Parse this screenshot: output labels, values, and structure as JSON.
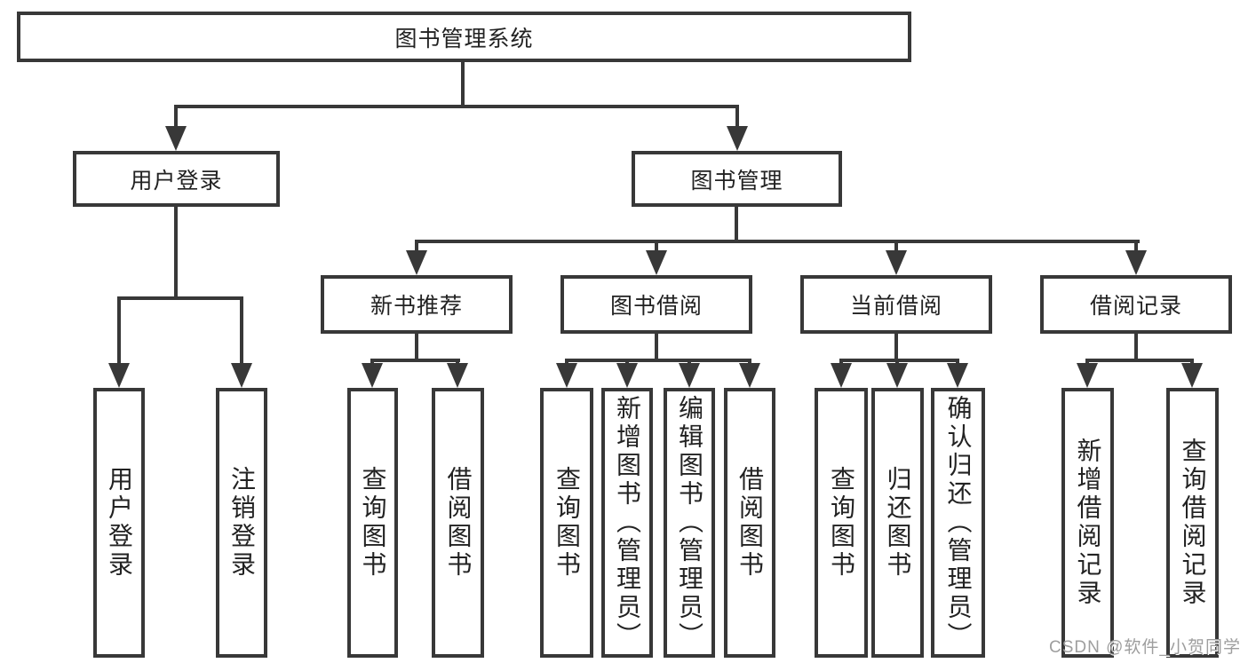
{
  "diagram_title": "图书管理系统",
  "watermark": "CSDN @软件_小贺同学",
  "colors": {
    "line": "#383838",
    "box_fill": "#ffffff",
    "text": "#222222",
    "watermark": "#9e9e9e",
    "background": "#ffffff"
  },
  "tree": {
    "root": {
      "label": "图书管理系统"
    },
    "level2": [
      {
        "label": "用户登录"
      },
      {
        "label": "图书管理"
      }
    ],
    "level3": [
      {
        "label": "新书推荐",
        "parent": "图书管理"
      },
      {
        "label": "图书借阅",
        "parent": "图书管理"
      },
      {
        "label": "当前借阅",
        "parent": "图书管理"
      },
      {
        "label": "借阅记录",
        "parent": "图书管理"
      }
    ],
    "leaves": [
      {
        "label": "用户登录",
        "parent": "用户登录"
      },
      {
        "label": "注销登录",
        "parent": "用户登录"
      },
      {
        "label": "查询图书",
        "parent": "新书推荐"
      },
      {
        "label": "借阅图书",
        "parent": "新书推荐"
      },
      {
        "label": "查询图书",
        "parent": "图书借阅"
      },
      {
        "label": "新增图书（管理员）",
        "parent": "图书借阅"
      },
      {
        "label": "编辑图书（管理员）",
        "parent": "图书借阅"
      },
      {
        "label": "借阅图书",
        "parent": "图书借阅"
      },
      {
        "label": "查询图书",
        "parent": "当前借阅"
      },
      {
        "label": "归还图书",
        "parent": "当前借阅"
      },
      {
        "label": "确认归还（管理员）",
        "parent": "当前借阅"
      },
      {
        "label": "新增借阅记录",
        "parent": "借阅记录"
      },
      {
        "label": "查询借阅记录",
        "parent": "借阅记录"
      }
    ]
  }
}
